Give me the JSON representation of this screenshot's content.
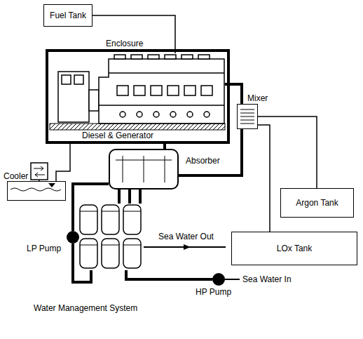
{
  "diagram": {
    "nodes": [
      {
        "text": [
          "Fuel Tank"
        ]
      },
      {
        "text": [
          "Enclosure"
        ]
      },
      {
        "text": [
          "Diesel & Generator"
        ],
        "in": 1
      },
      {
        "text": [
          "Mixer"
        ]
      },
      {
        "text": [
          "Cooler"
        ]
      },
      {
        "text": [
          "Absorber"
        ]
      },
      {
        "text": [
          "Argon Tank"
        ]
      },
      {
        "text": [
          "LOx Tank"
        ]
      },
      {
        "text": [
          "LP Pump"
        ]
      },
      {
        "text": [
          "Water Management System"
        ]
      },
      {
        "text": [
          "HP Pump"
        ]
      }
    ],
    "edges": [
      {
        "from": 0,
        "to": 2,
        "arrow": "none"
      },
      {
        "from": 2,
        "to": 3,
        "arrow": "none"
      },
      {
        "from": 3,
        "to": 5,
        "arrow": "none"
      },
      {
        "from": 2,
        "to": 4,
        "arrow": "none"
      },
      {
        "from": 2,
        "to": 5,
        "arrow": "none"
      },
      {
        "from": 6,
        "to": 3,
        "arrow": "none"
      },
      {
        "from": 7,
        "to": 3,
        "arrow": "none"
      },
      {
        "from": 5,
        "to": 8,
        "arrow": "none"
      },
      {
        "from": 8,
        "to": 9,
        "arrow": "none"
      },
      {
        "from": 5,
        "to": 9,
        "arrow": "none"
      },
      {
        "from": 10,
        "to": 9,
        "arrow": "none"
      }
    ],
    "labels": [
      "Sea Water Out",
      "Sea Water In"
    ]
  }
}
